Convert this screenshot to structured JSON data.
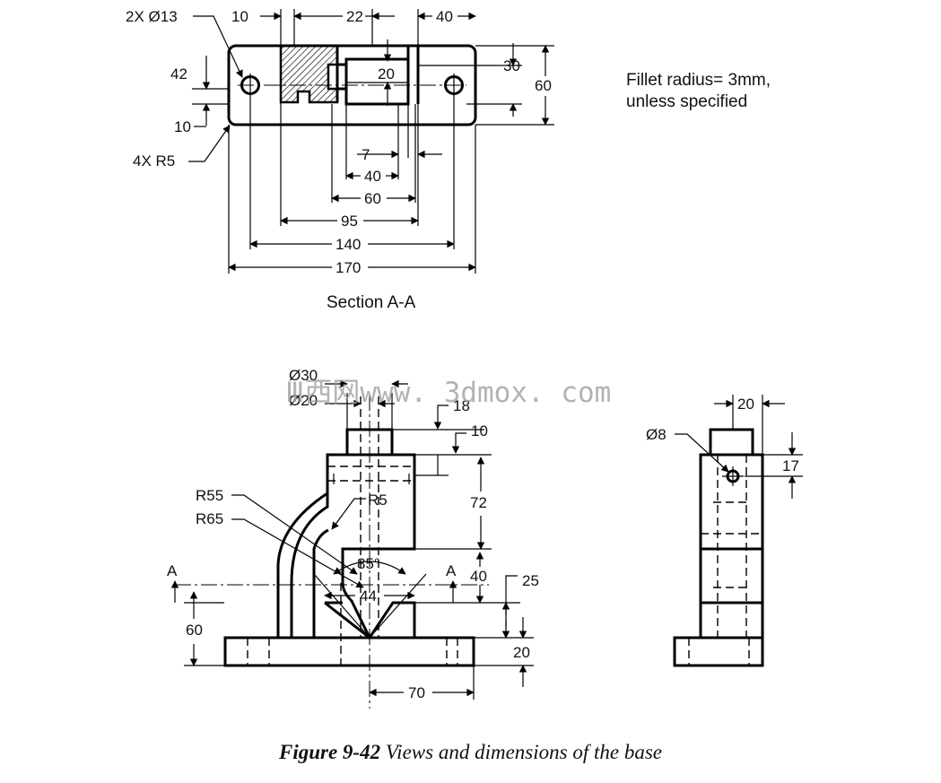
{
  "section_view": {
    "title": "Section A-A",
    "callouts": {
      "holes": "2X Ø13",
      "radius": "4X R5"
    },
    "note_line1": "Fillet radius= 3mm,",
    "note_line2": "unless specified",
    "dims": {
      "d10_top": "10",
      "d22": "22",
      "d40_top": "40",
      "d42": "42",
      "d20_inner": "20",
      "d10_left": "10",
      "d30": "30",
      "d60_right": "60",
      "d7": "7",
      "d40": "40",
      "d60": "60",
      "d95": "95",
      "d140": "140",
      "d170": "170"
    }
  },
  "front_view": {
    "section_marker": "A",
    "dims": {
      "dia30": "Ø30",
      "dia20": "Ø20",
      "d18": "18",
      "d10": "10",
      "r5": "R5",
      "r55": "R55",
      "r65": "R65",
      "d72": "72",
      "angle85": "85°",
      "d44": "44",
      "d40": "40",
      "d25": "25",
      "d60": "60",
      "d20": "20",
      "d70": "70"
    }
  },
  "side_view": {
    "dims": {
      "d20": "20",
      "dia8": "Ø8",
      "d17": "17"
    }
  },
  "watermark": "Ⅲ西网www. 3dmox. com",
  "caption": {
    "label": "Figure 9-42",
    "text": " Views and dimensions of the base"
  }
}
